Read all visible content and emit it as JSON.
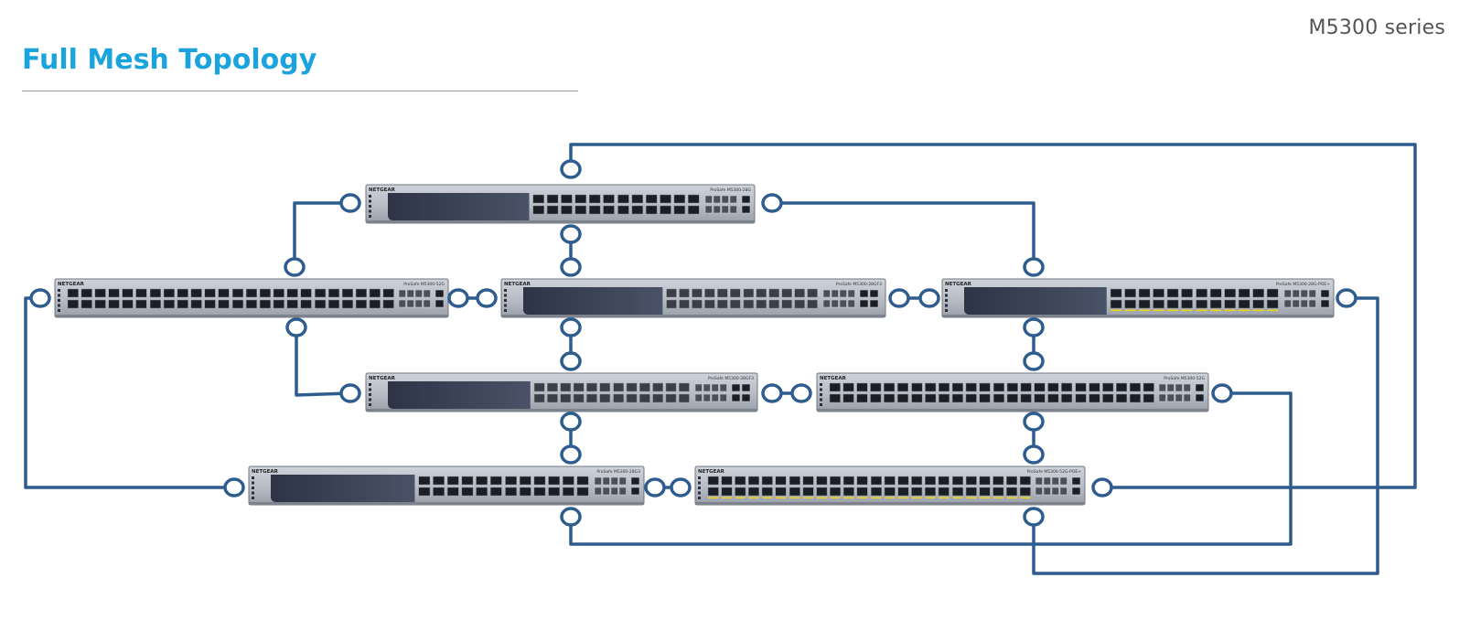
{
  "header": {
    "series_label": "M5300 series",
    "title": "Full Mesh Topology"
  },
  "diagram": {
    "link_color": "#2e5c8f",
    "brand_label": "NETGEAR",
    "switches": [
      {
        "id": "top",
        "model": "ProSafe M5300-28G",
        "ports": 24,
        "sfp": 4,
        "uplinks": 2,
        "poe": false
      },
      {
        "id": "left",
        "model": "ProSafe M5300-52G",
        "ports": 48,
        "sfp": 4,
        "uplinks": 2,
        "poe": false
      },
      {
        "id": "center",
        "model": "ProSafe M5300-28GF3",
        "ports": 24,
        "sfp": 0,
        "uplinks": 4,
        "poe": false,
        "fiber": true
      },
      {
        "id": "right",
        "model": "ProSafe M5300-28G-POE+",
        "ports": 24,
        "sfp": 4,
        "uplinks": 2,
        "poe": true
      },
      {
        "id": "mid-left",
        "model": "ProSafe M5300-28GF3",
        "ports": 24,
        "sfp": 0,
        "uplinks": 4,
        "poe": false,
        "fiber": true
      },
      {
        "id": "mid-right",
        "model": "ProSafe M5300-52G",
        "ports": 48,
        "sfp": 4,
        "uplinks": 2,
        "poe": false
      },
      {
        "id": "bottom-left",
        "model": "ProSafe M5300-28G3",
        "ports": 24,
        "sfp": 4,
        "uplinks": 2,
        "poe": false
      },
      {
        "id": "bottom-right",
        "model": "ProSafe M5300-52G-POE+",
        "ports": 48,
        "sfp": 4,
        "uplinks": 2,
        "poe": true
      }
    ]
  }
}
